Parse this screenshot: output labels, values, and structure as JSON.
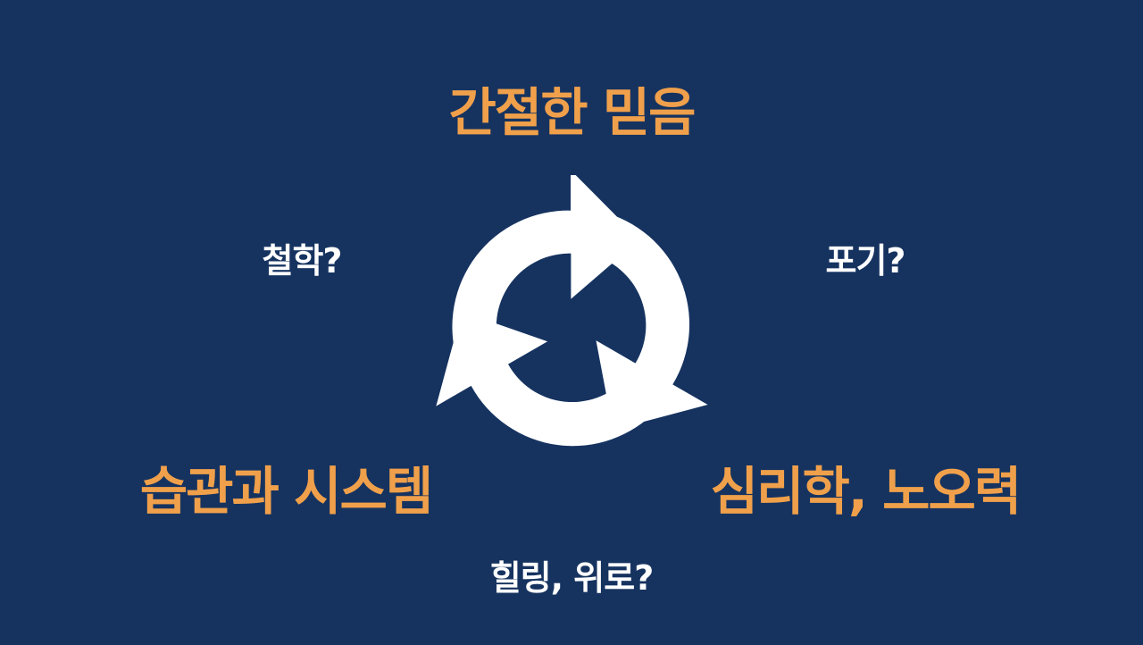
{
  "diagram": {
    "stages": {
      "top": "간절한 믿음",
      "bottom_right": "심리학, 노오력",
      "bottom_left": "습관과 시스템"
    },
    "questions": {
      "top_left": "철학?",
      "top_right": "포기?",
      "bottom": "힐링, 위로?"
    },
    "icon": "cycle-arrows-icon",
    "colors": {
      "background": "#163360",
      "accent": "#f0a04b",
      "text": "#ffffff"
    }
  }
}
